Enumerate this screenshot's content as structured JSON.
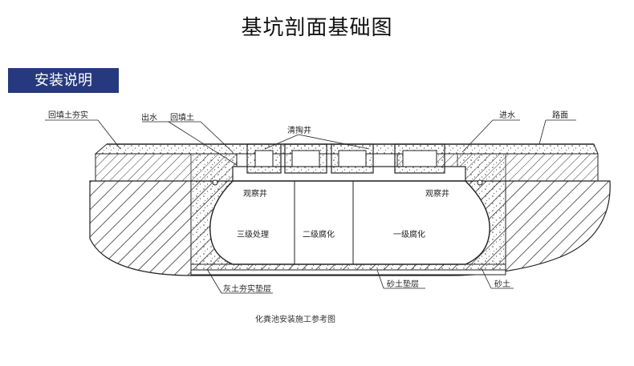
{
  "title": "基坑剖面基础图",
  "section_tag": "安装说明",
  "labels": {
    "backfill_compacted": "回填土夯实",
    "outlet": "出水",
    "backfill": "回填土",
    "cleanout": "清掏井",
    "inlet": "进水",
    "pavement": "路面",
    "inspection_left": "观察井",
    "inspection_right": "观察井",
    "stage3": "三级处理",
    "stage2": "二级腐化",
    "stage1": "一级腐化",
    "lime_soil_layer": "灰土夯实垫层",
    "sand_layer": "砂土垫层",
    "sand_soil": "砂土"
  },
  "caption": "化粪池安装施工参考图",
  "colors": {
    "tag_bg": "#27397e",
    "line": "#222222"
  }
}
